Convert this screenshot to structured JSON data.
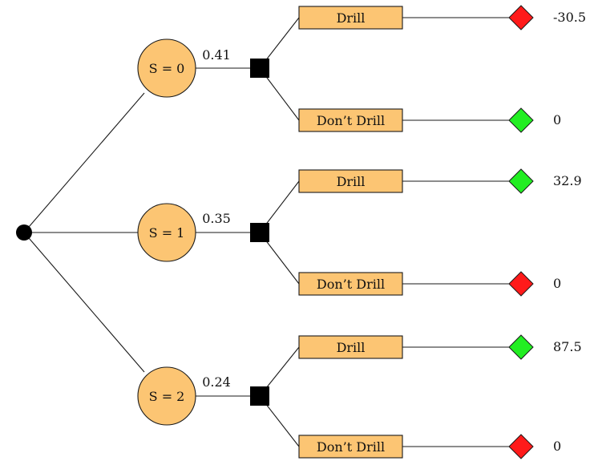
{
  "tree": {
    "signals": [
      {
        "label": "S = 0",
        "probability": "0.41",
        "actions": [
          {
            "label": "Drill",
            "payoff": "-30.5",
            "outcome_color": "#ff1a1a"
          },
          {
            "label": "Don’t Drill",
            "payoff": "0",
            "outcome_color": "#22ee22"
          }
        ]
      },
      {
        "label": "S = 1",
        "probability": "0.35",
        "actions": [
          {
            "label": "Drill",
            "payoff": "32.9",
            "outcome_color": "#22ee22"
          },
          {
            "label": "Don’t Drill",
            "payoff": "0",
            "outcome_color": "#ff1a1a"
          }
        ]
      },
      {
        "label": "S = 2",
        "probability": "0.24",
        "actions": [
          {
            "label": "Drill",
            "payoff": "87.5",
            "outcome_color": "#22ee22"
          },
          {
            "label": "Don’t Drill",
            "payoff": "0",
            "outcome_color": "#ff1a1a"
          }
        ]
      }
    ]
  },
  "colors": {
    "node_fill": "#fcc573",
    "favorable": "#22ee22",
    "unfavorable": "#ff1a1a"
  }
}
